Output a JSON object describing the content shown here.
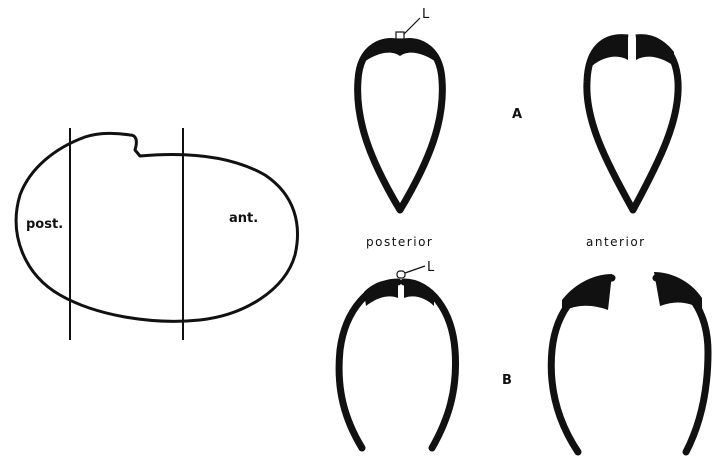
{
  "labels": {
    "post": "post.",
    "ant": "ant.",
    "posterior": "posterior",
    "anterior": "anterior",
    "row_a": "A",
    "row_b": "B",
    "ligament_a": "L",
    "ligament_b": "L"
  },
  "colors": {
    "ink": "#111111",
    "background": "#ffffff"
  }
}
